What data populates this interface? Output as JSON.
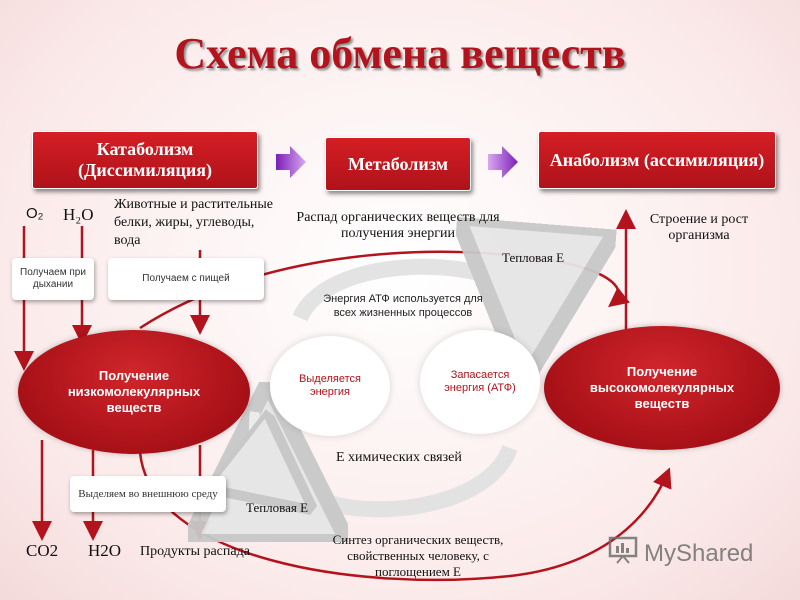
{
  "title": "Схема обмена веществ",
  "boxes": {
    "catabolism": "Катаболизм (Диссимиляция)",
    "metabolism": "Метаболизм",
    "anabolism": "Анаболизм (ассимиляция)"
  },
  "labels": {
    "o2": "O₂",
    "h2o_top": "H₂O",
    "nutrients": "Животные и растительные белки, жиры, углеводы, вода",
    "breakdown": "Распад органических веществ для получения энергии",
    "structure": "Строение и рост организма",
    "heat_top": "Тепловая Е",
    "atp_usage": "Энергия АТФ используется для всех жизненных процессов",
    "chem_bonds": "Е химических связей",
    "heat_bottom": "Тепловая Е",
    "synthesis": "Синтез органических веществ, свойственных человеку, с поглощением Е",
    "co2": "CO2",
    "h2o_bottom": "H2O",
    "products": "Продукты распада"
  },
  "notes": {
    "breathing": "Получаем при дыхании",
    "food": "Получаем с пищей",
    "excrete": "Выделяем во внешнюю среду"
  },
  "ovals": {
    "low": "Получение низкомолекулярных веществ",
    "high": "Получение высокомолекулярных веществ"
  },
  "circles": {
    "released": "Выделяется энергия",
    "stored": "Запасается энергия (АТФ)"
  },
  "logo": {
    "text": "MyShared",
    "icon": "presentation-board-icon"
  },
  "colors": {
    "accent": "#c4161c",
    "purple": "#8b2fc9",
    "background": "#fbeaea"
  }
}
